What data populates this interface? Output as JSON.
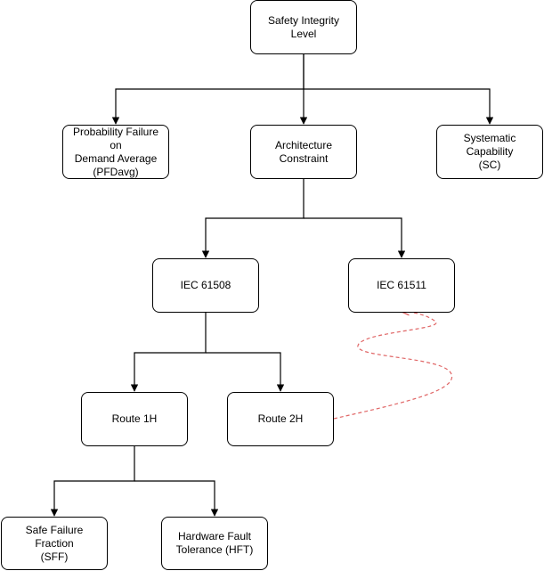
{
  "diagram": {
    "nodes": {
      "sil": "Safety Integrity Level",
      "pfd": [
        "Probability Failure on",
        "Demand Average",
        "(PFDavg)"
      ],
      "arch": [
        "Architecture",
        "Constraint"
      ],
      "sc": [
        "Systematic Capability",
        "(SC)"
      ],
      "iec61508": "IEC 61508",
      "iec61511": "IEC 61511",
      "route1h": "Route 1H",
      "route2h": "Route 2H",
      "sff": [
        "Safe Failure Fraction",
        "(SFF)"
      ],
      "hft": [
        "Hardware Fault",
        "Tolerance (HFT)"
      ]
    },
    "edges": [
      {
        "from": "sil",
        "to": "pfd",
        "style": "solid"
      },
      {
        "from": "sil",
        "to": "arch",
        "style": "solid"
      },
      {
        "from": "sil",
        "to": "sc",
        "style": "solid"
      },
      {
        "from": "arch",
        "to": "iec61508",
        "style": "solid"
      },
      {
        "from": "arch",
        "to": "iec61511",
        "style": "solid"
      },
      {
        "from": "iec61508",
        "to": "route1h",
        "style": "solid"
      },
      {
        "from": "iec61508",
        "to": "route2h",
        "style": "solid"
      },
      {
        "from": "route1h",
        "to": "sff",
        "style": "solid"
      },
      {
        "from": "route1h",
        "to": "hft",
        "style": "solid"
      },
      {
        "from": "route2h",
        "to": "iec61511",
        "style": "dashed-curve"
      }
    ],
    "colors": {
      "stroke": "#000000",
      "dashed_link": "#e06666"
    }
  }
}
